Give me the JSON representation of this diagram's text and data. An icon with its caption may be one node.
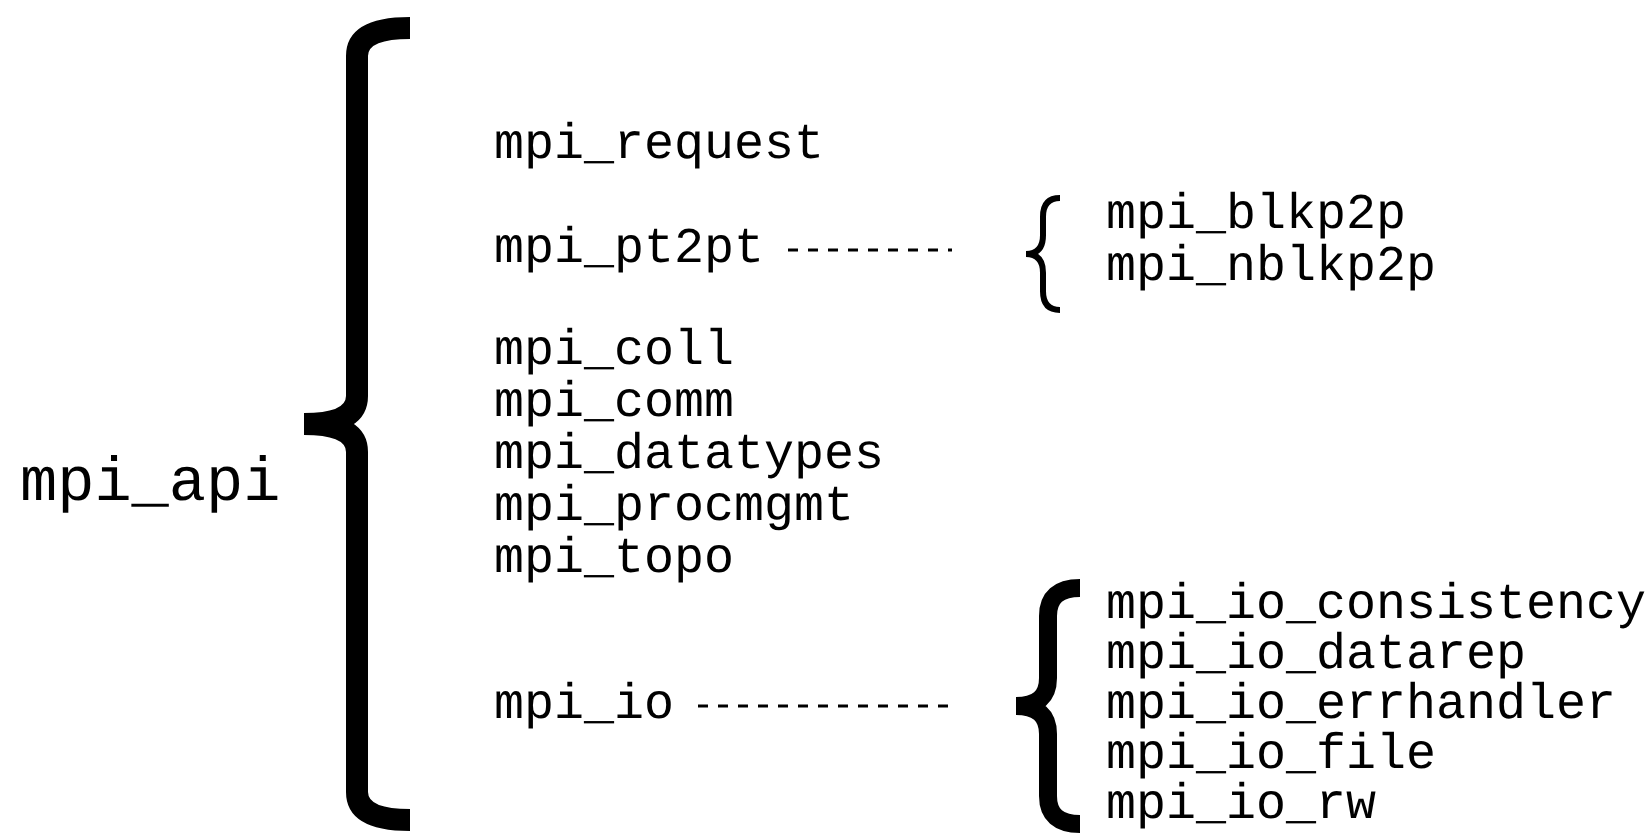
{
  "diagram": {
    "nodes": [
      {
        "text": [
          "mpi_api"
        ]
      },
      {
        "text": [
          "mpi_request"
        ]
      },
      {
        "text": [
          "mpi_pt2pt"
        ]
      },
      {
        "text": [
          "mpi_blkp2p"
        ]
      },
      {
        "text": [
          "mpi_nblkp2p"
        ]
      },
      {
        "text": [
          "mpi_coll"
        ]
      },
      {
        "text": [
          "mpi_comm"
        ]
      },
      {
        "text": [
          "mpi_datatypes"
        ]
      },
      {
        "text": [
          "mpi_procmgmt"
        ]
      },
      {
        "text": [
          "mpi_topo"
        ]
      },
      {
        "text": [
          "mpi_io"
        ]
      },
      {
        "text": [
          "mpi_io_consistency"
        ]
      },
      {
        "text": [
          "mpi_io_datarep"
        ]
      },
      {
        "text": [
          "mpi_io_errhandler"
        ]
      },
      {
        "text": [
          "mpi_io_file"
        ]
      },
      {
        "text": [
          "mpi_io_rw"
        ]
      }
    ],
    "edges": [
      {
        "from": 2,
        "to": null,
        "arrow": "none",
        "style": "dashed"
      },
      {
        "from": 10,
        "to": null,
        "arrow": "none",
        "style": "dashed"
      }
    ]
  }
}
